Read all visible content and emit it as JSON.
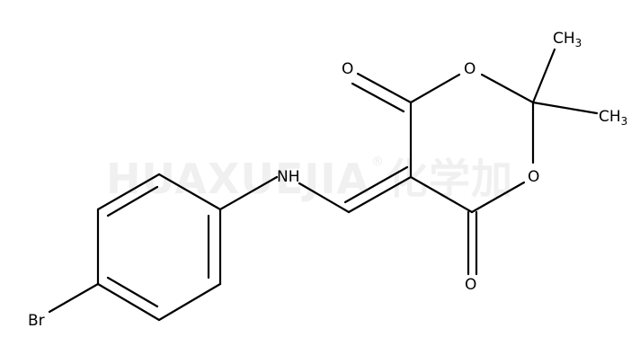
{
  "watermark": {
    "text": "HUAXUEJIA",
    "registered": "®",
    "chinese": "化学加"
  },
  "atoms": {
    "nh": "NH",
    "br": "Br",
    "o_ketone_top": "O",
    "o_ring_top": "O",
    "o_ring_bottom": "O",
    "o_ketone_bottom": "O",
    "methyl_top": {
      "main": "CH",
      "sub": "3"
    },
    "methyl_right": {
      "main": "CH",
      "sub": "3"
    }
  }
}
